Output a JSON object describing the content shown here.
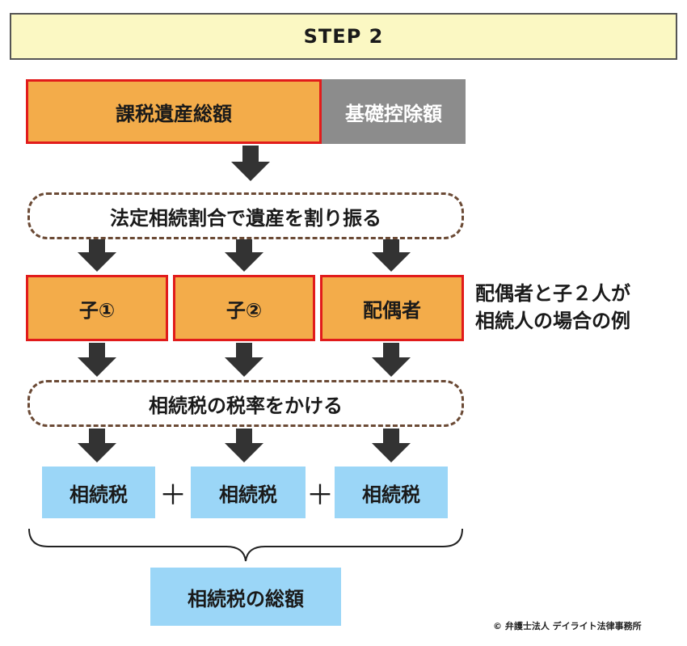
{
  "header": {
    "title": "STEP 2"
  },
  "top_row": {
    "taxable_estate": "課税遺産総額",
    "basic_deduction": "基礎控除額"
  },
  "step_allocate": "法定相続割合で遺産を割り振る",
  "heirs": [
    "子①",
    "子②",
    "配偶者"
  ],
  "note": {
    "line1": "配偶者と子２人が",
    "line2": "相続人の場合の例"
  },
  "step_rate": "相続税の税率をかける",
  "taxes": [
    "相続税",
    "相続税",
    "相続税"
  ],
  "plus_signs": [
    "＋",
    "＋"
  ],
  "total": "相続税の総額",
  "credit": "© 弁護士法人 デイライト法律事務所",
  "colors": {
    "header_bg": "#fbf8c3",
    "orange": "#f3ac4a",
    "red_border": "#e11b1b",
    "gray": "#8c8c8c",
    "blue": "#9bd6f7",
    "arrow": "#333333",
    "dashed_border": "#6b4a35"
  }
}
